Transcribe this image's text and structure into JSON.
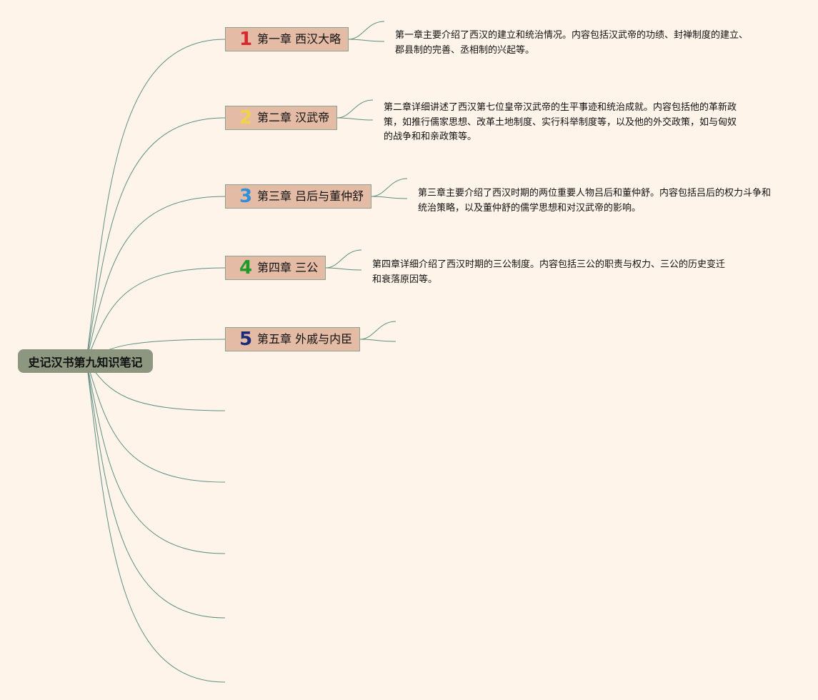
{
  "root": {
    "label": "史记汉书第九知识笔记"
  },
  "chapters": [
    {
      "number": "1",
      "number_color": "#d6282e",
      "label": "第一章 西汉大略",
      "description": "第一章主要介绍了西汉的建立和统治情况。内容包括汉武帝的功绩、封禅制度的建立、郡县制的完善、丞相制的兴起等。"
    },
    {
      "number": "2",
      "number_color": "#f1d24b",
      "label": "第二章 汉武帝",
      "description": "第二章详细讲述了西汉第七位皇帝汉武帝的生平事迹和统治成就。内容包括他的革新政策，如推行儒家思想、改革土地制度、实行科举制度等，以及他的外交政策，如与匈奴的战争和和亲政策等。"
    },
    {
      "number": "3",
      "number_color": "#2f8fd8",
      "label": "第三章 吕后与董仲舒",
      "description": "第三章主要介绍了西汉时期的两位重要人物吕后和董仲舒。内容包括吕后的权力斗争和统治策略，以及董仲舒的儒学思想和对汉武帝的影响。"
    },
    {
      "number": "4",
      "number_color": "#1e9a2a",
      "label": "第四章 三公",
      "description": "第四章详细介绍了西汉时期的三公制度。内容包括三公的职责与权力、三公的历史变迁和衰落原因等。"
    },
    {
      "number": "5",
      "number_color": "#1c2a7a",
      "label": "第五章 外戚与内臣",
      "description": ""
    }
  ],
  "colors": {
    "background": "#fff4ea",
    "root_fill": "#8d9780",
    "topic_fill": "#e4bca6",
    "topic_border": "#8aa194",
    "connector": "#5f8f82"
  }
}
